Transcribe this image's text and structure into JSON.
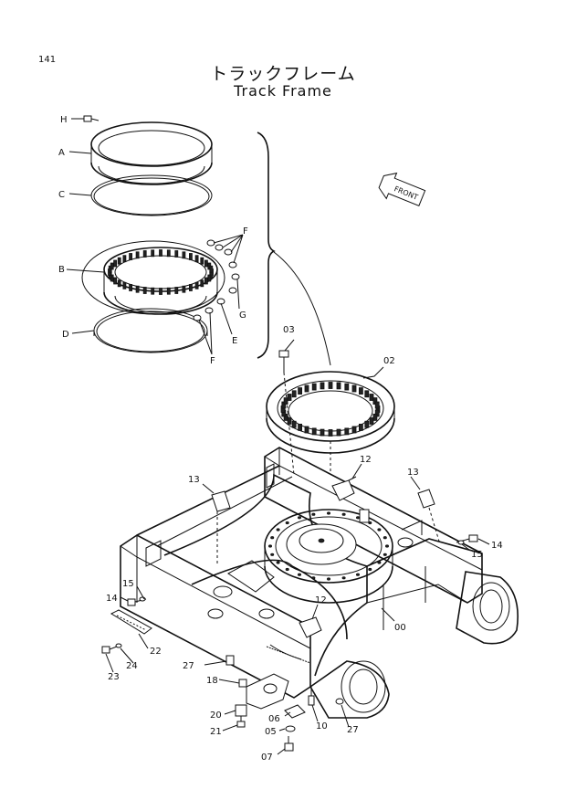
{
  "page_number": "141",
  "title_japanese": "トラックフレーム",
  "title_english": "Track Frame",
  "front_label": "FRONT",
  "callouts": {
    "H": "H",
    "A": "A",
    "C": "C",
    "B": "B",
    "D": "D",
    "F": "F",
    "G": "G",
    "E": "E",
    "03": "03",
    "02": "02",
    "12": "12",
    "13": "13",
    "14": "14",
    "15": "15",
    "00": "00",
    "22": "22",
    "23": "23",
    "24": "24",
    "27": "27",
    "18": "18",
    "20": "20",
    "21": "21",
    "06": "06",
    "05": "05",
    "07": "07",
    "10": "10"
  }
}
